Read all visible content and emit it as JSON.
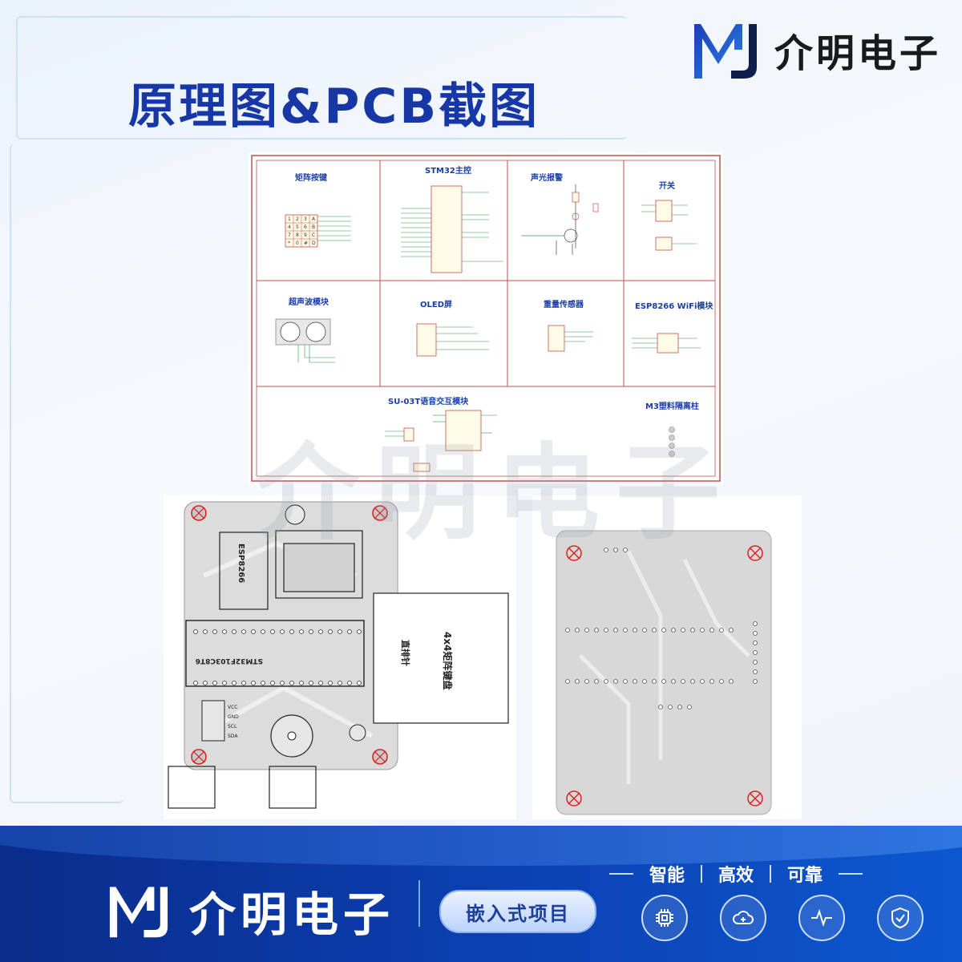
{
  "header": {
    "brand_name": "介明电子",
    "page_title": "原理图&PCB截图"
  },
  "schematic": {
    "modules": [
      "矩阵按键",
      "STM32主控",
      "声光报警",
      "开关",
      "超声波模块",
      "OLED屏",
      "重量传感器",
      "ESP8266 WiFi模块",
      "SU-03T语音交互模块",
      "M3塑料隔离柱"
    ],
    "keypad_labels": [
      "1",
      "2",
      "3",
      "A",
      "4",
      "5",
      "6",
      "B",
      "7",
      "8",
      "9",
      "C",
      "*",
      "0",
      "#",
      "D"
    ]
  },
  "pcb_front": {
    "labels": [
      "ESP8266",
      "STM32F103C8T6",
      "4x4矩阵键盘",
      "直排针",
      "VCC",
      "GND",
      "SCL",
      "SDA"
    ]
  },
  "watermark": "介明电子",
  "footer": {
    "brand_name": "介明电子",
    "tag": "嵌入式项目",
    "slogan": [
      "智能",
      "高效",
      "可靠"
    ],
    "icons": [
      "chip-icon",
      "cloud-icon",
      "pulse-icon",
      "shield-icon"
    ]
  },
  "colors": {
    "accent_blue": "#1737a6",
    "footer_blue": "#0b3fb0",
    "schematic_border": "#c0504d",
    "schematic_text": "#1a3ea8"
  }
}
